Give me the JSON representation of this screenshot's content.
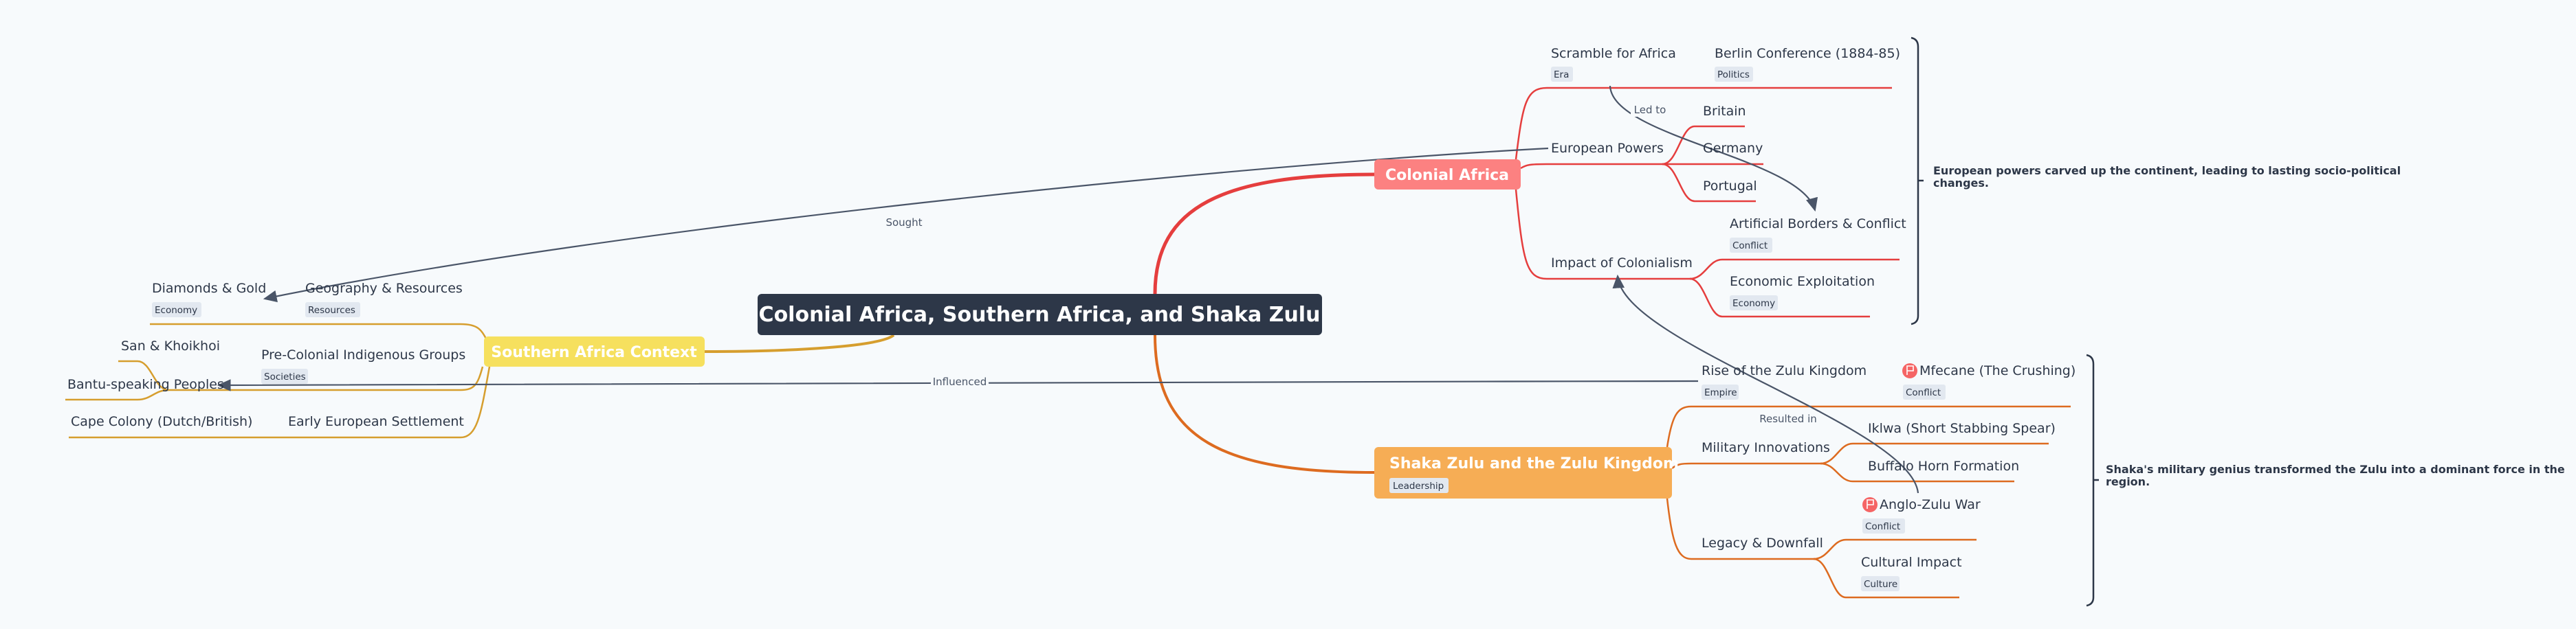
{
  "root": {
    "title": "Colonial Africa, Southern Africa, and Shaka Zulu"
  },
  "colors": {
    "root": "#2d3748",
    "colonial": "#fc8181",
    "shaka": "#f6ad55",
    "southern": "#f6e05e",
    "tag_bg": "#e2e8f0"
  },
  "colonial": {
    "label": "Colonial Africa",
    "scramble": {
      "label": "Scramble for Africa",
      "tag": "Era",
      "berlin": {
        "label": "Berlin Conference (1884-85)",
        "tag": "Politics"
      }
    },
    "powers": {
      "label": "European Powers",
      "children": [
        "Britain",
        "Germany",
        "Portugal"
      ]
    },
    "impact": {
      "label": "Impact of Colonialism",
      "borders": {
        "label": "Artificial Borders & Conflict",
        "tag": "Conflict"
      },
      "economic": {
        "label": "Economic Exploitation",
        "tag": "Economy"
      }
    },
    "summary": [
      "European powers carved up the continent, leading to lasting socio-political",
      "changes."
    ]
  },
  "shaka": {
    "label": "Shaka Zulu and the Zulu Kingdom",
    "tag": "Leadership",
    "rise": {
      "label": "Rise of the Zulu Kingdom",
      "tag": "Empire",
      "mfecane": {
        "label": "Mfecane (The Crushing)",
        "tag": "Conflict",
        "icon": "flag-icon"
      }
    },
    "military": {
      "label": "Military Innovations",
      "children": [
        "Iklwa (Short Stabbing Spear)",
        "Buffalo Horn Formation"
      ]
    },
    "legacy": {
      "label": "Legacy & Downfall",
      "war": {
        "label": "Anglo-Zulu War",
        "tag": "Conflict",
        "icon": "flag-icon"
      },
      "culture": {
        "label": "Cultural Impact",
        "tag": "Culture"
      }
    },
    "summary": [
      "Shaka's military genius transformed the Zulu into a dominant force in the",
      "region."
    ]
  },
  "southern": {
    "label": "Southern Africa Context",
    "geo": {
      "label": "Geography & Resources",
      "tag": "Resources",
      "diamonds": {
        "label": "Diamonds & Gold",
        "tag": "Economy"
      }
    },
    "groups": {
      "label": "Pre-Colonial Indigenous Groups",
      "tag": "Societies",
      "children": [
        "San & Khoikhoi",
        "Bantu-speaking Peoples"
      ]
    },
    "settlement": {
      "label": "Early European Settlement",
      "cape": "Cape Colony (Dutch/British)"
    }
  },
  "relations": {
    "sought": "Sought",
    "influenced": "Influenced",
    "led_to": "Led to",
    "resulted_in": "Resulted in"
  }
}
